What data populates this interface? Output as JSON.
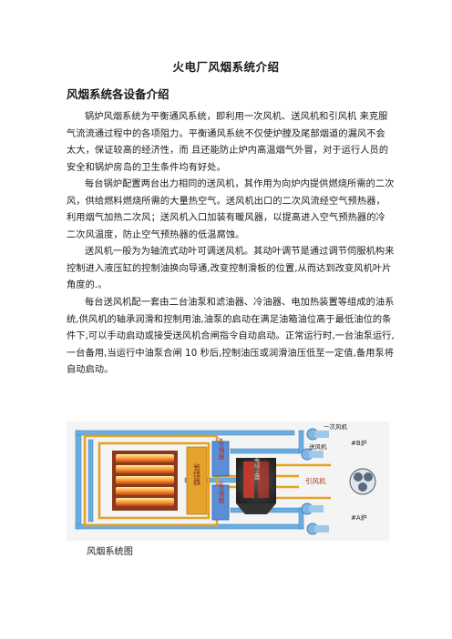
{
  "doc": {
    "title": "火电厂风烟系统介绍",
    "section_heading": "风烟系统各设备介绍",
    "paragraphs": [
      "锅炉风烟系统为平衡通风系统，即利用一次风机、送风机和引风机 来克服气流流通过程中的各项阻力。平衡通风系统不仅使炉膛及尾部烟道的漏风不会太大，保证较高的经济性，而 且还能防止炉内高温烟气外冒，对于运行人员的安全和锅炉房岛的卫生条件均有好处。",
      "每台锅炉配置两台出力相同的送风机，其作用为向炉内提供燃烧所需的二次风，供给燃料燃烧所需的大量热空气。送风机出口的二次风流经空气预热器，利用烟气加热二次风；送风机入口加装有暖风器，以提高进入空气预热器的冷二次风温度，防止空气预热器的低温腐蚀。",
      "送风机一般为为轴流式动叶可调送风机。其动叶调节是通过调节伺服机构来控制进入液压缸的控制油换向导通,改变控制滑板的位置,从而达到改变风机叶片角度的.。",
      "每台送风机配一套由二台油泵和滤油器、冷油器、电加热装置等组成的油系统,供风机的轴承润滑和控制用油,油泵的启动在满足油箱油位高于最低油位的条件下,可以手动启动或接受送风机合闸指令自动启动。正常运行时,一台油泵运行,一台备用,当运行中油泵合闸 10 秒后,控制油压或润滑油压低至一定值,备用泵将自动启动。"
    ],
    "figure_caption": "风烟系统图"
  },
  "diagram": {
    "labels": {
      "primary_fan": "一次风机",
      "furnace_b": "#B炉",
      "forced_fan": "送风机",
      "induced_fan": "引风机",
      "furnace_a": "#A炉",
      "heater_a": "A空预器",
      "heater_b": "B空预器",
      "economizer": "省煤器",
      "precipitator": "电除尘器"
    },
    "colors": {
      "flue_gas": "#e8a020",
      "air_duct": "#6aaee0",
      "preheater": "#5a8fd8",
      "economizer": "#e6a32c",
      "precipitator": "#d43a2a",
      "furnace": "#8a3a1a"
    }
  }
}
